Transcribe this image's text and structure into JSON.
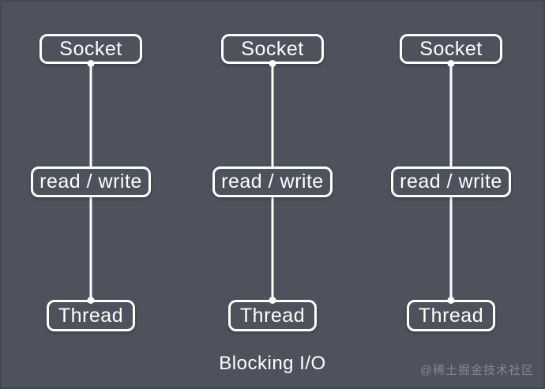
{
  "diagram": {
    "title": "Blocking I/O",
    "columns": [
      {
        "nodes": [
          {
            "label": "Socket"
          },
          {
            "label": "read / write"
          },
          {
            "label": "Thread"
          }
        ]
      },
      {
        "nodes": [
          {
            "label": "Socket"
          },
          {
            "label": "read / write"
          },
          {
            "label": "Thread"
          }
        ]
      },
      {
        "nodes": [
          {
            "label": "Socket"
          },
          {
            "label": "read / write"
          },
          {
            "label": "Thread"
          }
        ]
      }
    ]
  },
  "watermark": {
    "text": "@稀土掘金技术社区"
  },
  "colors": {
    "background": "#4e525d",
    "box_fill": "#4e525d",
    "box_border": "#ffffff",
    "text": "#ffffff",
    "connector": "#ffffff",
    "watermark": "rgba(255,255,255,0.30)"
  }
}
